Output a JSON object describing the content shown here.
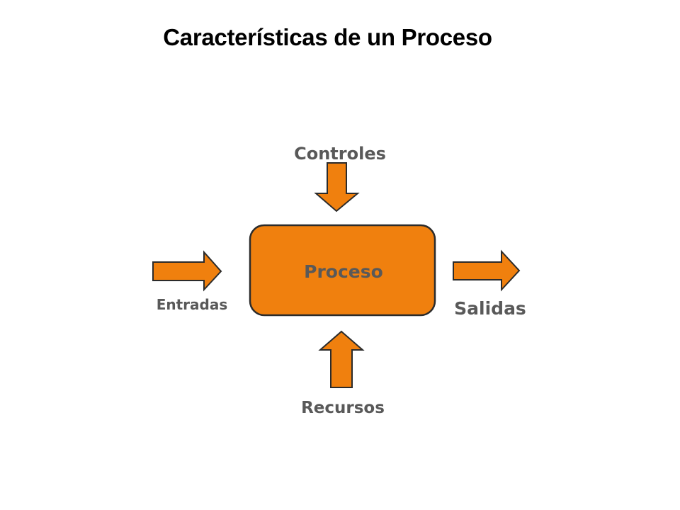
{
  "title": "Características de un Proceso",
  "diagram": {
    "center": "Proceso",
    "top": "Controles",
    "left": "Entradas",
    "right": "Salidas",
    "bottom": "Recursos"
  },
  "colors": {
    "fill": "#f0800e",
    "stroke": "#2b2b2b",
    "label": "#595959"
  }
}
